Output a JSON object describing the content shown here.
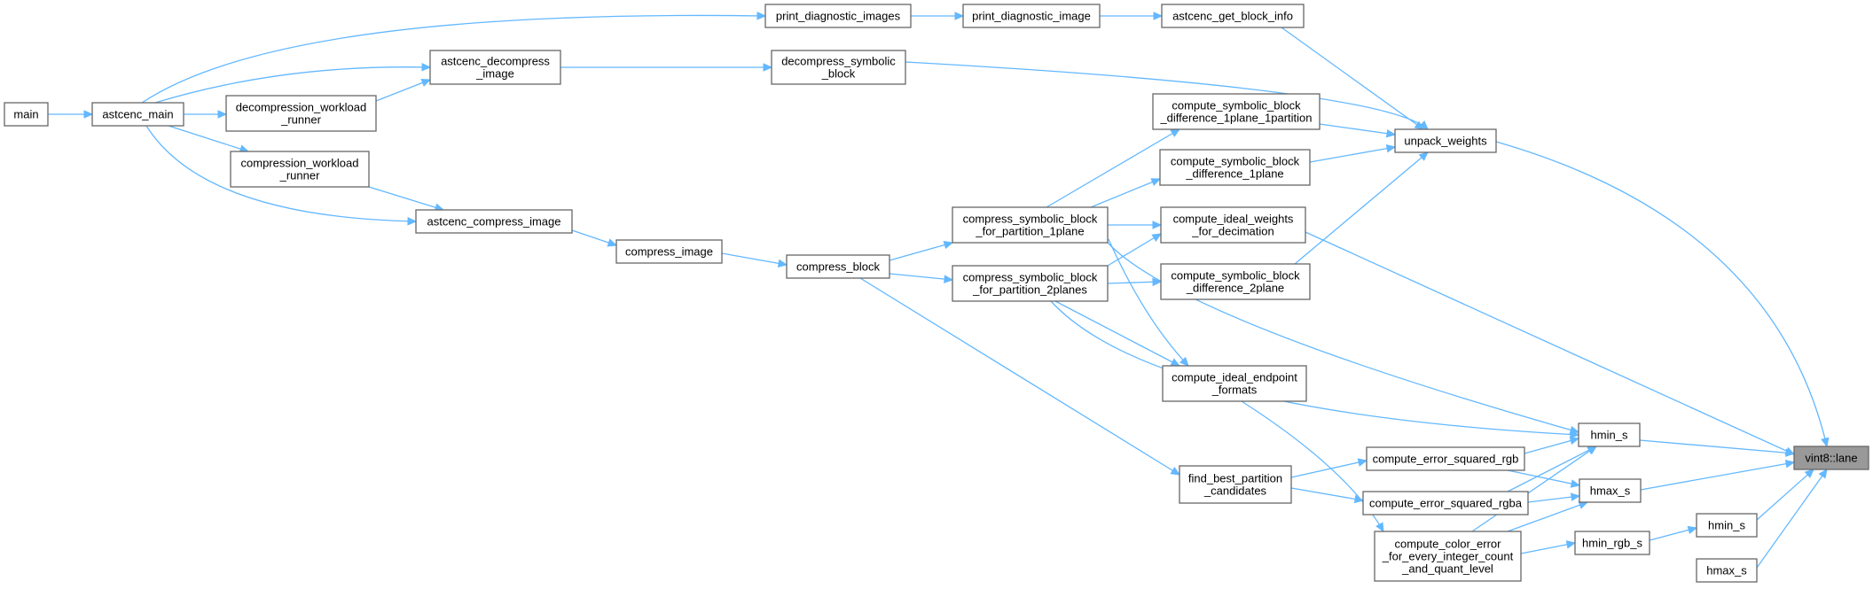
{
  "graph": {
    "title": "",
    "edge_color": "#63b8ff",
    "node_border_color": "#666666",
    "root_fill_color": "#999999",
    "nodes": [
      {
        "id": "main",
        "lines": [
          "main"
        ]
      },
      {
        "id": "astcenc_main",
        "lines": [
          "astcenc_main"
        ]
      },
      {
        "id": "print_diagnostic_images",
        "lines": [
          "print_diagnostic_images"
        ]
      },
      {
        "id": "print_diagnostic_image",
        "lines": [
          "print_diagnostic_image"
        ]
      },
      {
        "id": "astcenc_get_block_info",
        "lines": [
          "astcenc_get_block_info"
        ]
      },
      {
        "id": "astcenc_decompress_image",
        "lines": [
          "astcenc_decompress",
          "_image"
        ]
      },
      {
        "id": "decompress_symbolic_block",
        "lines": [
          "decompress_symbolic",
          "_block"
        ]
      },
      {
        "id": "decompression_workload_runner",
        "lines": [
          "decompression_workload",
          "_runner"
        ]
      },
      {
        "id": "compression_workload_runner",
        "lines": [
          "compression_workload",
          "_runner"
        ]
      },
      {
        "id": "astcenc_compress_image",
        "lines": [
          "astcenc_compress_image"
        ]
      },
      {
        "id": "compress_image",
        "lines": [
          "compress_image"
        ]
      },
      {
        "id": "compress_block",
        "lines": [
          "compress_block"
        ]
      },
      {
        "id": "csb_1plane",
        "lines": [
          "compress_symbolic_block",
          "_for_partition_1plane"
        ]
      },
      {
        "id": "csb_2planes",
        "lines": [
          "compress_symbolic_block",
          "_for_partition_2planes"
        ]
      },
      {
        "id": "csbd_1plane_1partition",
        "lines": [
          "compute_symbolic_block",
          "_difference_1plane_1partition"
        ]
      },
      {
        "id": "csbd_1plane",
        "lines": [
          "compute_symbolic_block",
          "_difference_1plane"
        ]
      },
      {
        "id": "ciw_decimation",
        "lines": [
          "compute_ideal_weights",
          "_for_decimation"
        ]
      },
      {
        "id": "csbd_2plane",
        "lines": [
          "compute_symbolic_block",
          "_difference_2plane"
        ]
      },
      {
        "id": "cie_formats",
        "lines": [
          "compute_ideal_endpoint",
          "_formats"
        ]
      },
      {
        "id": "unpack_weights",
        "lines": [
          "unpack_weights"
        ]
      },
      {
        "id": "find_best_partition_candidates",
        "lines": [
          "find_best_partition",
          "_candidates"
        ]
      },
      {
        "id": "ces_rgb",
        "lines": [
          "compute_error_squared_rgb"
        ]
      },
      {
        "id": "ces_rgba",
        "lines": [
          "compute_error_squared_rgba"
        ]
      },
      {
        "id": "cce_quant",
        "lines": [
          "compute_color_error",
          "_for_every_integer_count",
          "_and_quant_level"
        ]
      },
      {
        "id": "hmin_s",
        "lines": [
          "hmin_s"
        ]
      },
      {
        "id": "hmax_s",
        "lines": [
          "hmax_s"
        ]
      },
      {
        "id": "hmin_rgb_s",
        "lines": [
          "hmin_rgb_s"
        ]
      },
      {
        "id": "hmin_s_2",
        "lines": [
          "hmin_s"
        ]
      },
      {
        "id": "hmax_s_2",
        "lines": [
          "hmax_s"
        ]
      },
      {
        "id": "vint8_lane",
        "lines": [
          "vint8::lane"
        ],
        "root": true
      }
    ],
    "edges": [
      {
        "from": "main",
        "to": "astcenc_main"
      },
      {
        "from": "astcenc_main",
        "to": "print_diagnostic_images"
      },
      {
        "from": "astcenc_main",
        "to": "astcenc_decompress_image"
      },
      {
        "from": "astcenc_main",
        "to": "decompression_workload_runner"
      },
      {
        "from": "astcenc_main",
        "to": "compression_workload_runner"
      },
      {
        "from": "astcenc_main",
        "to": "astcenc_compress_image"
      },
      {
        "from": "print_diagnostic_images",
        "to": "print_diagnostic_image"
      },
      {
        "from": "print_diagnostic_image",
        "to": "astcenc_get_block_info"
      },
      {
        "from": "decompression_workload_runner",
        "to": "astcenc_decompress_image"
      },
      {
        "from": "astcenc_decompress_image",
        "to": "decompress_symbolic_block"
      },
      {
        "from": "compression_workload_runner",
        "to": "astcenc_compress_image"
      },
      {
        "from": "astcenc_compress_image",
        "to": "compress_image"
      },
      {
        "from": "compress_image",
        "to": "compress_block"
      },
      {
        "from": "compress_block",
        "to": "csb_1plane"
      },
      {
        "from": "compress_block",
        "to": "csb_2planes"
      },
      {
        "from": "compress_block",
        "to": "find_best_partition_candidates"
      },
      {
        "from": "csb_1plane",
        "to": "csbd_1plane_1partition"
      },
      {
        "from": "csb_1plane",
        "to": "csbd_1plane"
      },
      {
        "from": "csb_1plane",
        "to": "ciw_decimation"
      },
      {
        "from": "csb_1plane",
        "to": "cie_formats"
      },
      {
        "from": "csb_1plane",
        "to": "hmin_s"
      },
      {
        "from": "csb_2planes",
        "to": "ciw_decimation"
      },
      {
        "from": "csb_2planes",
        "to": "csbd_2plane"
      },
      {
        "from": "csb_2planes",
        "to": "cie_formats"
      },
      {
        "from": "csb_2planes",
        "to": "hmin_s"
      },
      {
        "from": "astcenc_get_block_info",
        "to": "unpack_weights"
      },
      {
        "from": "decompress_symbolic_block",
        "to": "unpack_weights"
      },
      {
        "from": "csbd_1plane_1partition",
        "to": "unpack_weights"
      },
      {
        "from": "csbd_1plane",
        "to": "unpack_weights"
      },
      {
        "from": "csbd_2plane",
        "to": "unpack_weights"
      },
      {
        "from": "find_best_partition_candidates",
        "to": "ces_rgb"
      },
      {
        "from": "find_best_partition_candidates",
        "to": "ces_rgba"
      },
      {
        "from": "cie_formats",
        "to": "cce_quant"
      },
      {
        "from": "ces_rgb",
        "to": "hmin_s"
      },
      {
        "from": "ces_rgb",
        "to": "hmax_s"
      },
      {
        "from": "ces_rgba",
        "to": "hmin_s"
      },
      {
        "from": "ces_rgba",
        "to": "hmax_s"
      },
      {
        "from": "cce_quant",
        "to": "hmin_s"
      },
      {
        "from": "cce_quant",
        "to": "hmax_s"
      },
      {
        "from": "cce_quant",
        "to": "hmin_rgb_s"
      },
      {
        "from": "hmin_rgb_s",
        "to": "hmin_s_2"
      },
      {
        "from": "unpack_weights",
        "to": "vint8_lane"
      },
      {
        "from": "ciw_decimation",
        "to": "vint8_lane"
      },
      {
        "from": "hmin_s",
        "to": "vint8_lane"
      },
      {
        "from": "hmax_s",
        "to": "vint8_lane"
      },
      {
        "from": "hmin_s_2",
        "to": "vint8_lane"
      },
      {
        "from": "hmax_s_2",
        "to": "vint8_lane"
      }
    ]
  }
}
